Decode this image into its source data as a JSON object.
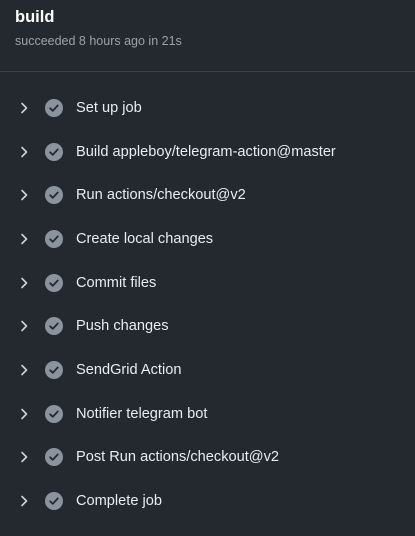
{
  "job": {
    "title": "build",
    "status_line": "succeeded 8 hours ago in 21s"
  },
  "steps": [
    {
      "label": "Set up job",
      "status": "success"
    },
    {
      "label": "Build appleboy/telegram-action@master",
      "status": "success"
    },
    {
      "label": "Run actions/checkout@v2",
      "status": "success"
    },
    {
      "label": "Create local changes",
      "status": "success"
    },
    {
      "label": "Commit files",
      "status": "success"
    },
    {
      "label": "Push changes",
      "status": "success"
    },
    {
      "label": "SendGrid Action",
      "status": "success"
    },
    {
      "label": "Notifier telegram bot",
      "status": "success"
    },
    {
      "label": "Post Run actions/checkout@v2",
      "status": "success"
    },
    {
      "label": "Complete job",
      "status": "success"
    }
  ],
  "icons": {
    "expand": "chevron-right-icon",
    "status": "check-circle-icon"
  },
  "colors": {
    "background": "#24292f",
    "check_fill": "#8b949e",
    "text": "#e6edf3",
    "muted": "#9aa1a8"
  }
}
